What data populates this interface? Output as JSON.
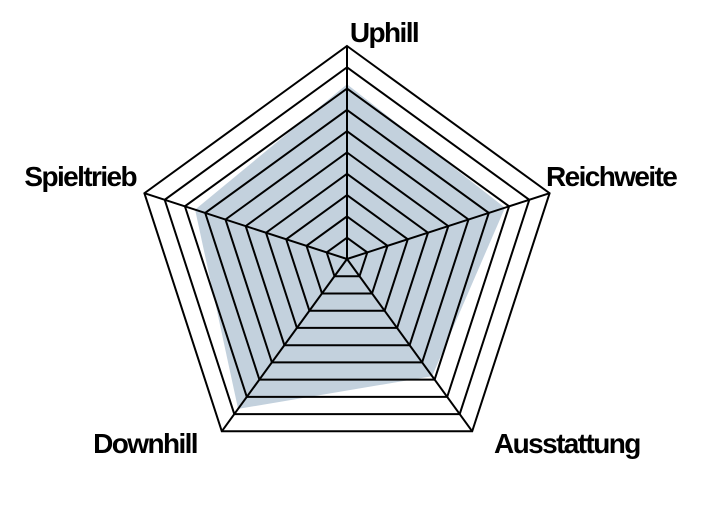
{
  "chart_data": {
    "type": "radar",
    "title": "",
    "axes": [
      "Uphill",
      "Reichweite",
      "Ausstattung",
      "Downhill",
      "Spieltrieb"
    ],
    "scale": {
      "min": 0,
      "max": 10,
      "rings": 10
    },
    "series": [
      {
        "values": [
          8.2,
          7.8,
          6.8,
          8.7,
          7.5
        ]
      }
    ],
    "grid": true,
    "legend": "none"
  },
  "colors": {
    "fill": "#c3d1dd",
    "grid": "#000000",
    "background": "#ffffff"
  }
}
